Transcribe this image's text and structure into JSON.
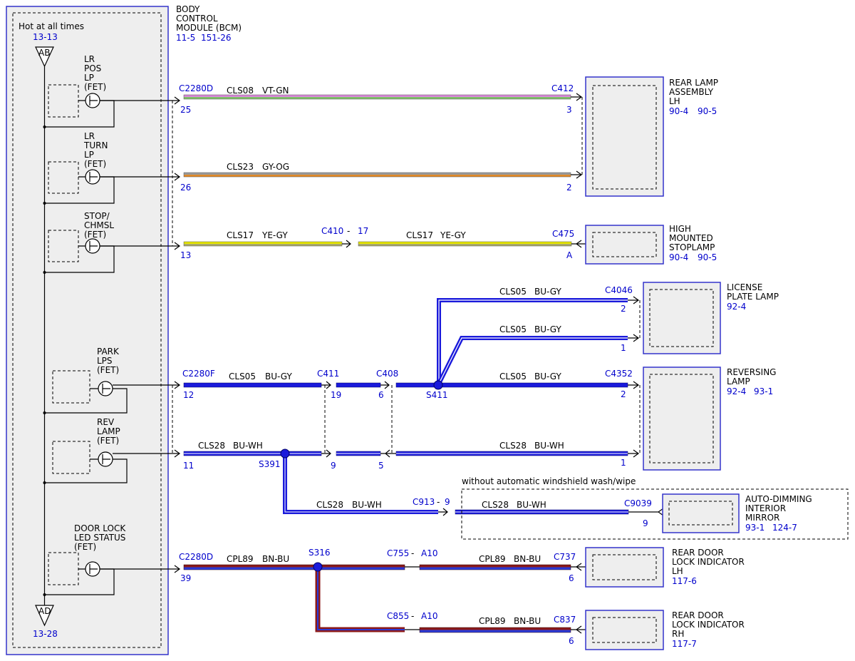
{
  "colors": {
    "label_blue": "#0000cc",
    "outline_blue": "#3333cc",
    "wire_blue": "#1a1adb",
    "component_fill": "#eeeeee"
  },
  "bcm": {
    "title_lines": [
      "BODY",
      "CONTROL",
      "MODULE (BCM)"
    ],
    "refs": [
      "11-5",
      "151-26"
    ],
    "hot_label": "Hot at all times",
    "top_ref": "13-13",
    "top_node": "AB",
    "bottom_node": "AD",
    "bottom_ref": "13-28",
    "outputs": [
      {
        "lines": [
          "LR",
          "POS",
          "LP",
          "(FET)"
        ]
      },
      {
        "lines": [
          "LR",
          "TURN",
          "LP",
          "(FET)"
        ]
      },
      {
        "lines": [
          "STOP/",
          "CHMSL",
          "(FET)"
        ]
      },
      {
        "lines": [
          "PARK",
          "LPS",
          "(FET)"
        ]
      },
      {
        "lines": [
          "REV",
          "LAMP",
          "(FET)"
        ]
      },
      {
        "lines": [
          "DOOR LOCK",
          "LED STATUS",
          "(FET)"
        ]
      }
    ]
  },
  "connectors": {
    "c2280d_top": "C2280D",
    "pin_25": "25",
    "pin_26": "26",
    "pin_13": "13",
    "c2280f": "C2280F",
    "pin_12": "12",
    "pin_11": "11",
    "c2280d_bottom": "C2280D",
    "pin_39": "39",
    "c412": "C412",
    "c412_pin3": "3",
    "c412_pin2": "2",
    "c410": "C410",
    "c410_sep": "-",
    "c410_pin": "17",
    "c475": "C475",
    "c475_pin": "A",
    "c4046": "C4046",
    "c4046_pin2": "2",
    "c4046_pin1": "1",
    "c411": "C411",
    "c411_pin19": "19",
    "c411_pin9": "9",
    "c408": "C408",
    "c408_pin6": "6",
    "c408_pin5": "5",
    "c4352": "C4352",
    "c4352_pin2": "2",
    "c4352_pin1": "1",
    "s411": "S411",
    "s391": "S391",
    "s316": "S316",
    "c913": "C913",
    "c913_sep": "-",
    "c913_pin": "9",
    "c9039": "C9039",
    "c9039_pin": "9",
    "c755": "C755",
    "c755_sep": "-",
    "c755_pin": "A10",
    "c737": "C737",
    "c737_pin": "6",
    "c855": "C855",
    "c855_sep": "-",
    "c855_pin": "A10",
    "c837": "C837",
    "c837_pin": "6"
  },
  "wires": {
    "w1_circuit": "CLS08",
    "w1_color": "VT-GN",
    "w2_circuit": "CLS23",
    "w2_color": "GY-OG",
    "w3a_circuit": "CLS17",
    "w3a_color": "YE-GY",
    "w3b_circuit": "CLS17",
    "w3b_color": "YE-GY",
    "w4_circuit": "CLS05",
    "w4_color": "BU-GY",
    "w4b_circuit": "CLS05",
    "w4b_color": "BU-GY",
    "w4c_circuit": "CLS05",
    "w4c_color": "BU-GY",
    "w4d_circuit": "CLS05",
    "w4d_color": "BU-GY",
    "w5_circuit": "CLS28",
    "w5_color": "BU-WH",
    "w5b_circuit": "CLS28",
    "w5b_color": "BU-WH",
    "w5c_circuit": "CLS28",
    "w5c_color": "BU-WH",
    "w5d_circuit": "CLS28",
    "w5d_color": "BU-WH",
    "w6_circuit": "CPL89",
    "w6_color": "BN-BU",
    "w6b_circuit": "CPL89",
    "w6b_color": "BN-BU",
    "w6c_circuit": "CPL89",
    "w6c_color": "BN-BU"
  },
  "option_label": "without automatic windshield wash/wipe",
  "components": {
    "rear_lamp_lh": {
      "lines": [
        "REAR LAMP",
        "ASSEMBLY",
        "LH"
      ],
      "refs": [
        "90-4",
        "90-5"
      ]
    },
    "chmsl": {
      "lines": [
        "HIGH",
        "MOUNTED",
        "STOPLAMP"
      ],
      "refs": [
        "90-4",
        "90-5"
      ]
    },
    "license": {
      "lines": [
        "LICENSE",
        "PLATE LAMP"
      ],
      "refs": [
        "92-4"
      ]
    },
    "reversing": {
      "lines": [
        "REVERSING",
        "LAMP"
      ],
      "refs": [
        "92-4",
        "93-1"
      ]
    },
    "mirror": {
      "lines": [
        "AUTO-DIMMING",
        "INTERIOR",
        "MIRROR"
      ],
      "refs": [
        "93-1",
        "124-7"
      ]
    },
    "lock_lh": {
      "lines": [
        "REAR DOOR",
        "LOCK INDICATOR",
        "LH"
      ],
      "refs": [
        "117-6"
      ]
    },
    "lock_rh": {
      "lines": [
        "REAR DOOR",
        "LOCK INDICATOR",
        "RH"
      ],
      "refs": [
        "117-7"
      ]
    }
  }
}
